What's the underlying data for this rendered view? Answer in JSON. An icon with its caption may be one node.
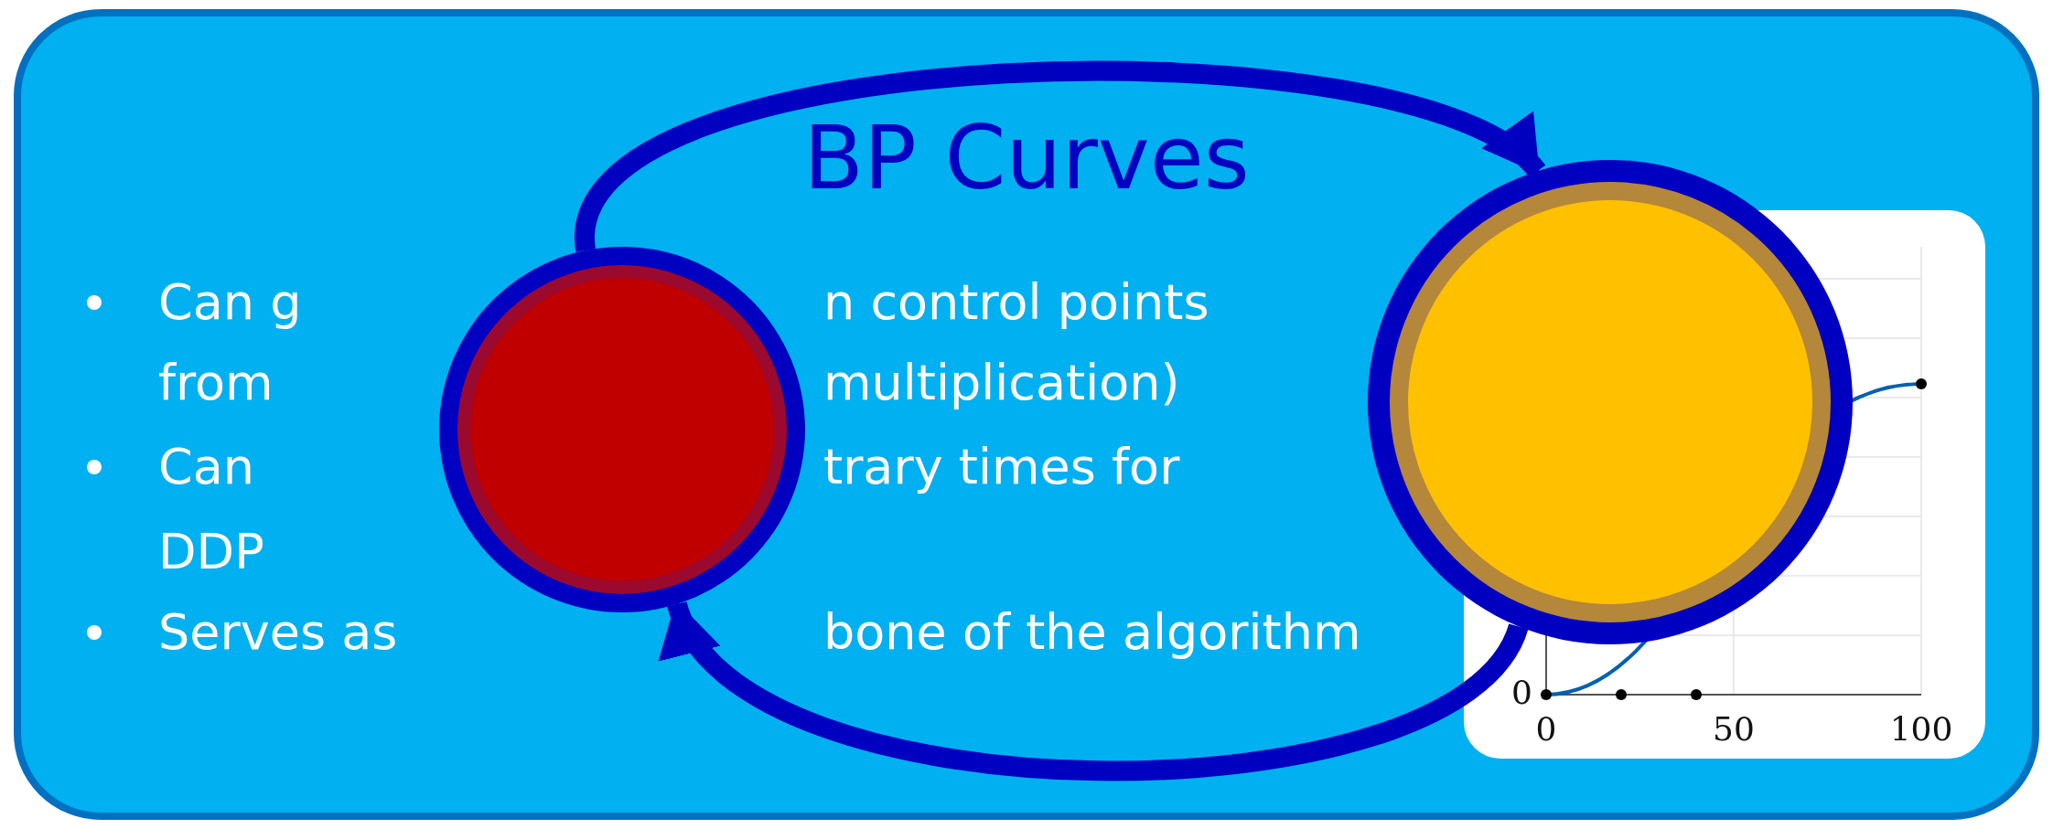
{
  "diagram": {
    "nodes": [
      {
        "text": [
          "BP Curves"
        ]
      },
      {
        "text": [],
        "shape": "circle",
        "in": 0
      },
      {
        "text": [],
        "shape": "circle",
        "in": 0
      }
    ],
    "edges": [
      {
        "from": 1,
        "to": 2,
        "arrow": "to"
      },
      {
        "from": 2,
        "to": 1,
        "arrow": "to"
      }
    ],
    "labels": [
      "Can g",
      "n control points",
      "from",
      "multiplication)",
      "Can",
      "trary times for",
      "DDP",
      "Serves as",
      "bone of the algorithm",
      "0",
      "0",
      "50",
      "100"
    ]
  }
}
